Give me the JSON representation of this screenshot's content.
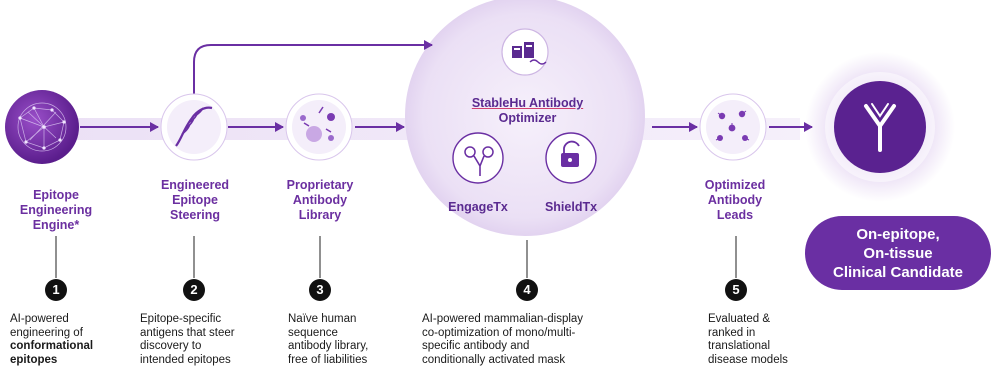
{
  "steps": [
    {
      "number": "1",
      "title": [
        "Epitope",
        "Engineering",
        "Engine*"
      ],
      "desc_lines": [
        "AI-powered",
        "engineering of",
        "conformational",
        "epitopes"
      ]
    },
    {
      "number": "2",
      "title": [
        "Engineered",
        "Epitope",
        "Steering"
      ],
      "desc_lines": [
        "Epitope-specific",
        "antigens that steer",
        "discovery to",
        "intended epitopes"
      ]
    },
    {
      "number": "3",
      "title": [
        "Proprietary",
        "Antibody",
        "Library"
      ],
      "desc_lines": [
        "Naïve human",
        "sequence",
        "antibody library,",
        "free of liabilities"
      ]
    },
    {
      "number": "4",
      "desc_lines": [
        "AI-powered mammalian-display",
        "co-optimization of mono/multi-",
        "specific antibody and",
        "conditionally activated mask"
      ]
    },
    {
      "number": "5",
      "title": [
        "Optimized",
        "Antibody",
        "Leads"
      ],
      "desc_lines": [
        "Evaluated &",
        "ranked in",
        "translational",
        "disease models"
      ]
    }
  ],
  "optimizer": {
    "title_line1": "StableHu Antibody",
    "title_line2": "Optimizer",
    "left": "EngageTx",
    "right": "ShieldTx"
  },
  "outcome": {
    "line1": "On-epitope,",
    "line2": "On-tissue",
    "line3": "Clinical Candidate"
  },
  "colors": {
    "primary": "#6a2fa3",
    "light": "#f0e8f8",
    "text": "#6b2fa0"
  },
  "icons": [
    "network-sphere-icon",
    "protein-helix-icon",
    "antibody-library-icon",
    "lab-dna-icon",
    "target-antibody-icon",
    "lock-key-icon",
    "molecules-icon",
    "antibody-y-icon"
  ]
}
